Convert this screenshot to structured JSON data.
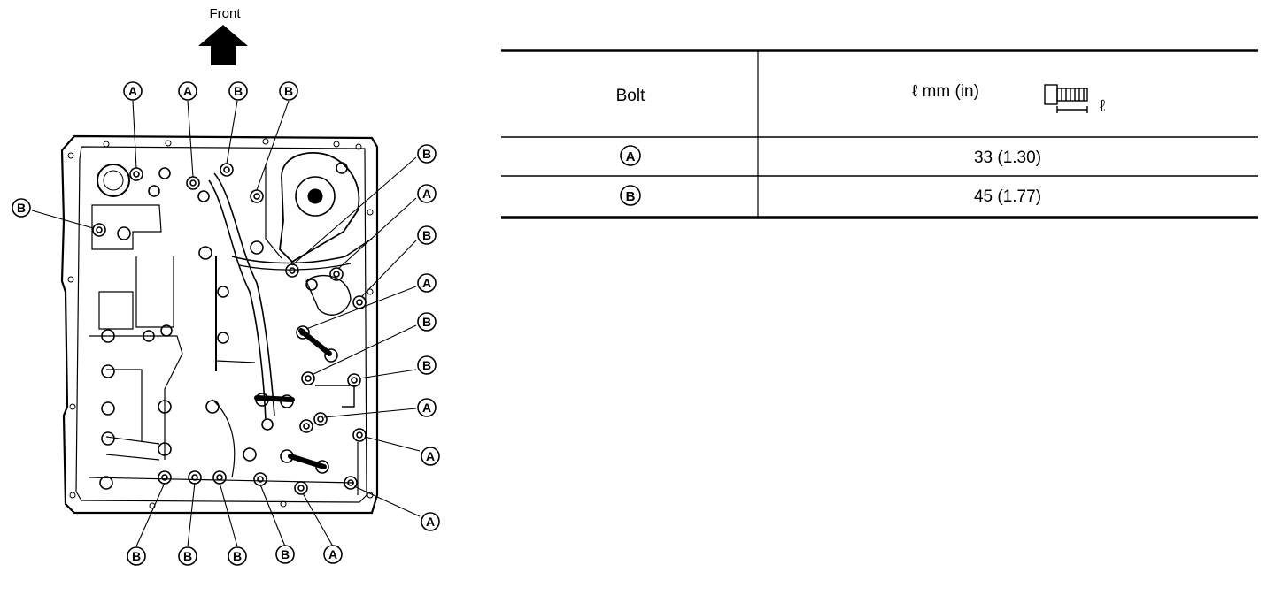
{
  "diagram": {
    "front_label": "Front",
    "callouts": {
      "top_1": "A",
      "top_2": "A",
      "top_3": "B",
      "top_4": "B",
      "left_1": "B",
      "right_1": "B",
      "right_2": "A",
      "right_3": "B",
      "right_4": "A",
      "right_5": "B",
      "right_6": "B",
      "right_7": "A",
      "right_8": "A",
      "right_9": "A",
      "bottom_1": "B",
      "bottom_2": "B",
      "bottom_3": "B",
      "bottom_4": "B",
      "bottom_5": "A"
    }
  },
  "table": {
    "headers": {
      "bolt": "Bolt",
      "length": "ℓ mm (in)",
      "length_symbol": "ℓ"
    },
    "rows": [
      {
        "bolt": "A",
        "length": "33 (1.30)"
      },
      {
        "bolt": "B",
        "length": "45 (1.77)"
      }
    ]
  }
}
